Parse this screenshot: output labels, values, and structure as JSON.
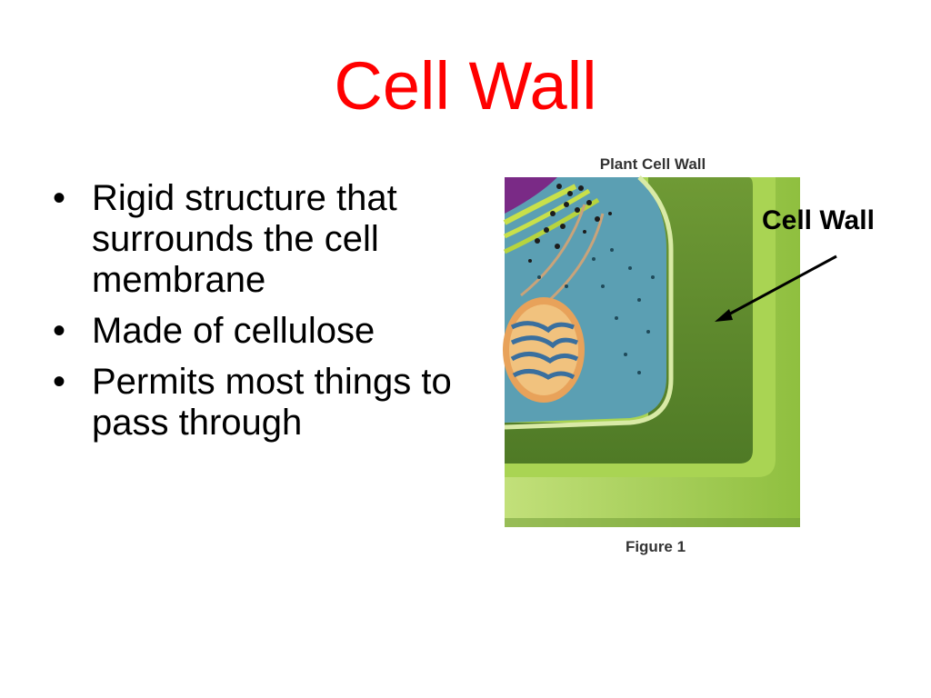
{
  "slide": {
    "title": "Cell Wall",
    "bullets": [
      "Rigid structure that surrounds the cell membrane",
      "Made of cellulose",
      "Permits most things to pass through"
    ]
  },
  "figure": {
    "heading": "Plant Cell Wall",
    "caption": "Figure 1",
    "callout_label": "Cell Wall"
  },
  "colors": {
    "title": "#ff0000",
    "wall_green": "#a9d453",
    "wall_dark": "#5f8a2e",
    "cytoplasm": "#5b9fb3"
  }
}
